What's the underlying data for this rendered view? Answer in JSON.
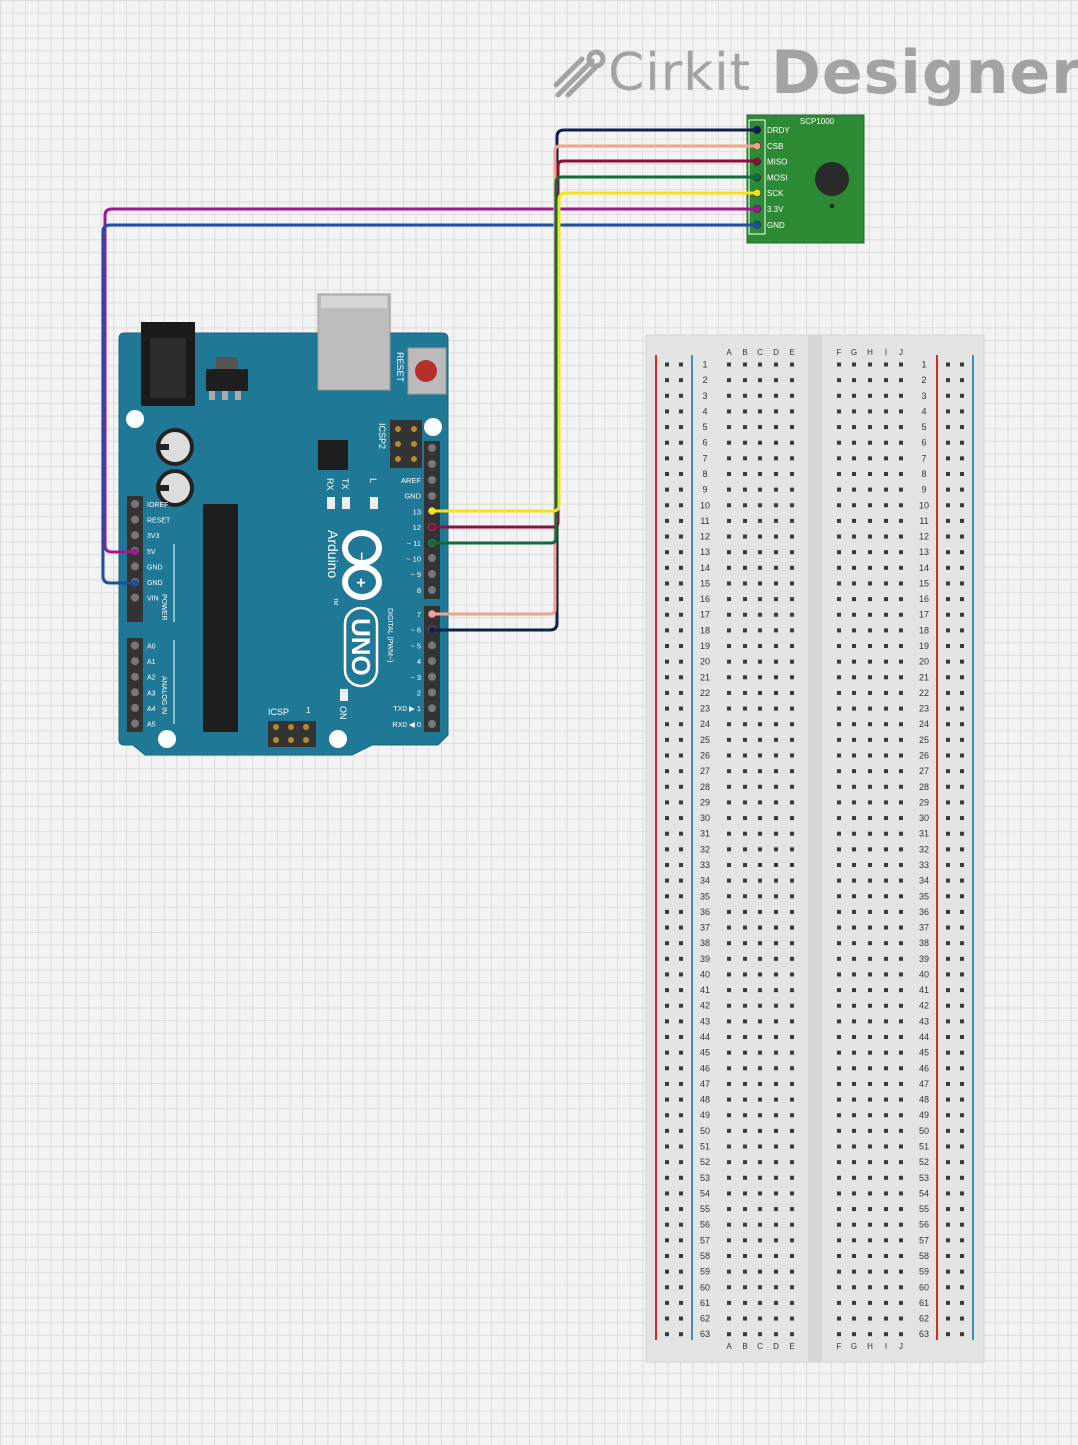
{
  "brand": {
    "name": "Cirkit",
    "suffix": "Designer",
    "logo_icon": "cirkit-pen-icon"
  },
  "sensor": {
    "title": "SCP1000",
    "pins": [
      "DRDY",
      "CSB",
      "MISO",
      "MOSI",
      "SCK",
      "3.3V",
      "GND"
    ]
  },
  "arduino": {
    "brand": "Arduino",
    "model": "UNO",
    "reset_label": "RESET",
    "icsp2_label": "ICSP2",
    "icsp_label": "ICSP",
    "icsp_pin1": "1",
    "on_label": "ON",
    "rx_label": "RX",
    "tx_label": "TX",
    "l_label": "L",
    "tm": "TM",
    "power_label": "POWER",
    "analog_label": "ANALOG IN",
    "digital_label": "DIGITAL (PWM~)",
    "power_pins": [
      "IOREF",
      "RESET",
      "3V3",
      "5V",
      "GND",
      "GND",
      "VIN"
    ],
    "analog_pins": [
      "A0",
      "A1",
      "A2",
      "A3",
      "A4",
      "A5"
    ],
    "digital_upper": [
      "AREF",
      "GND",
      "13",
      "12",
      "~ 11",
      "~ 10",
      "~ 9",
      "8"
    ],
    "digital_lower": [
      "7",
      "~ 6",
      "~ 5",
      "4",
      "~ 3",
      "2",
      "TX0 ▶ 1",
      "RX0 ◀ 0"
    ]
  },
  "breadboard": {
    "cols_left": [
      "A",
      "B",
      "C",
      "D",
      "E"
    ],
    "cols_right": [
      "F",
      "G",
      "H",
      "I",
      "J"
    ],
    "rows": 63
  },
  "wire_colors": {
    "drdy": "#0f1f4f",
    "csb": "#f2a38a",
    "miso": "#8b0f3c",
    "mosi": "#0f6b3a",
    "sck": "#f5e21a",
    "v33": "#9b1a8f",
    "gnd": "#1e4e9c"
  },
  "board_color": "#1f7895",
  "sensor_color": "#2d8a34"
}
